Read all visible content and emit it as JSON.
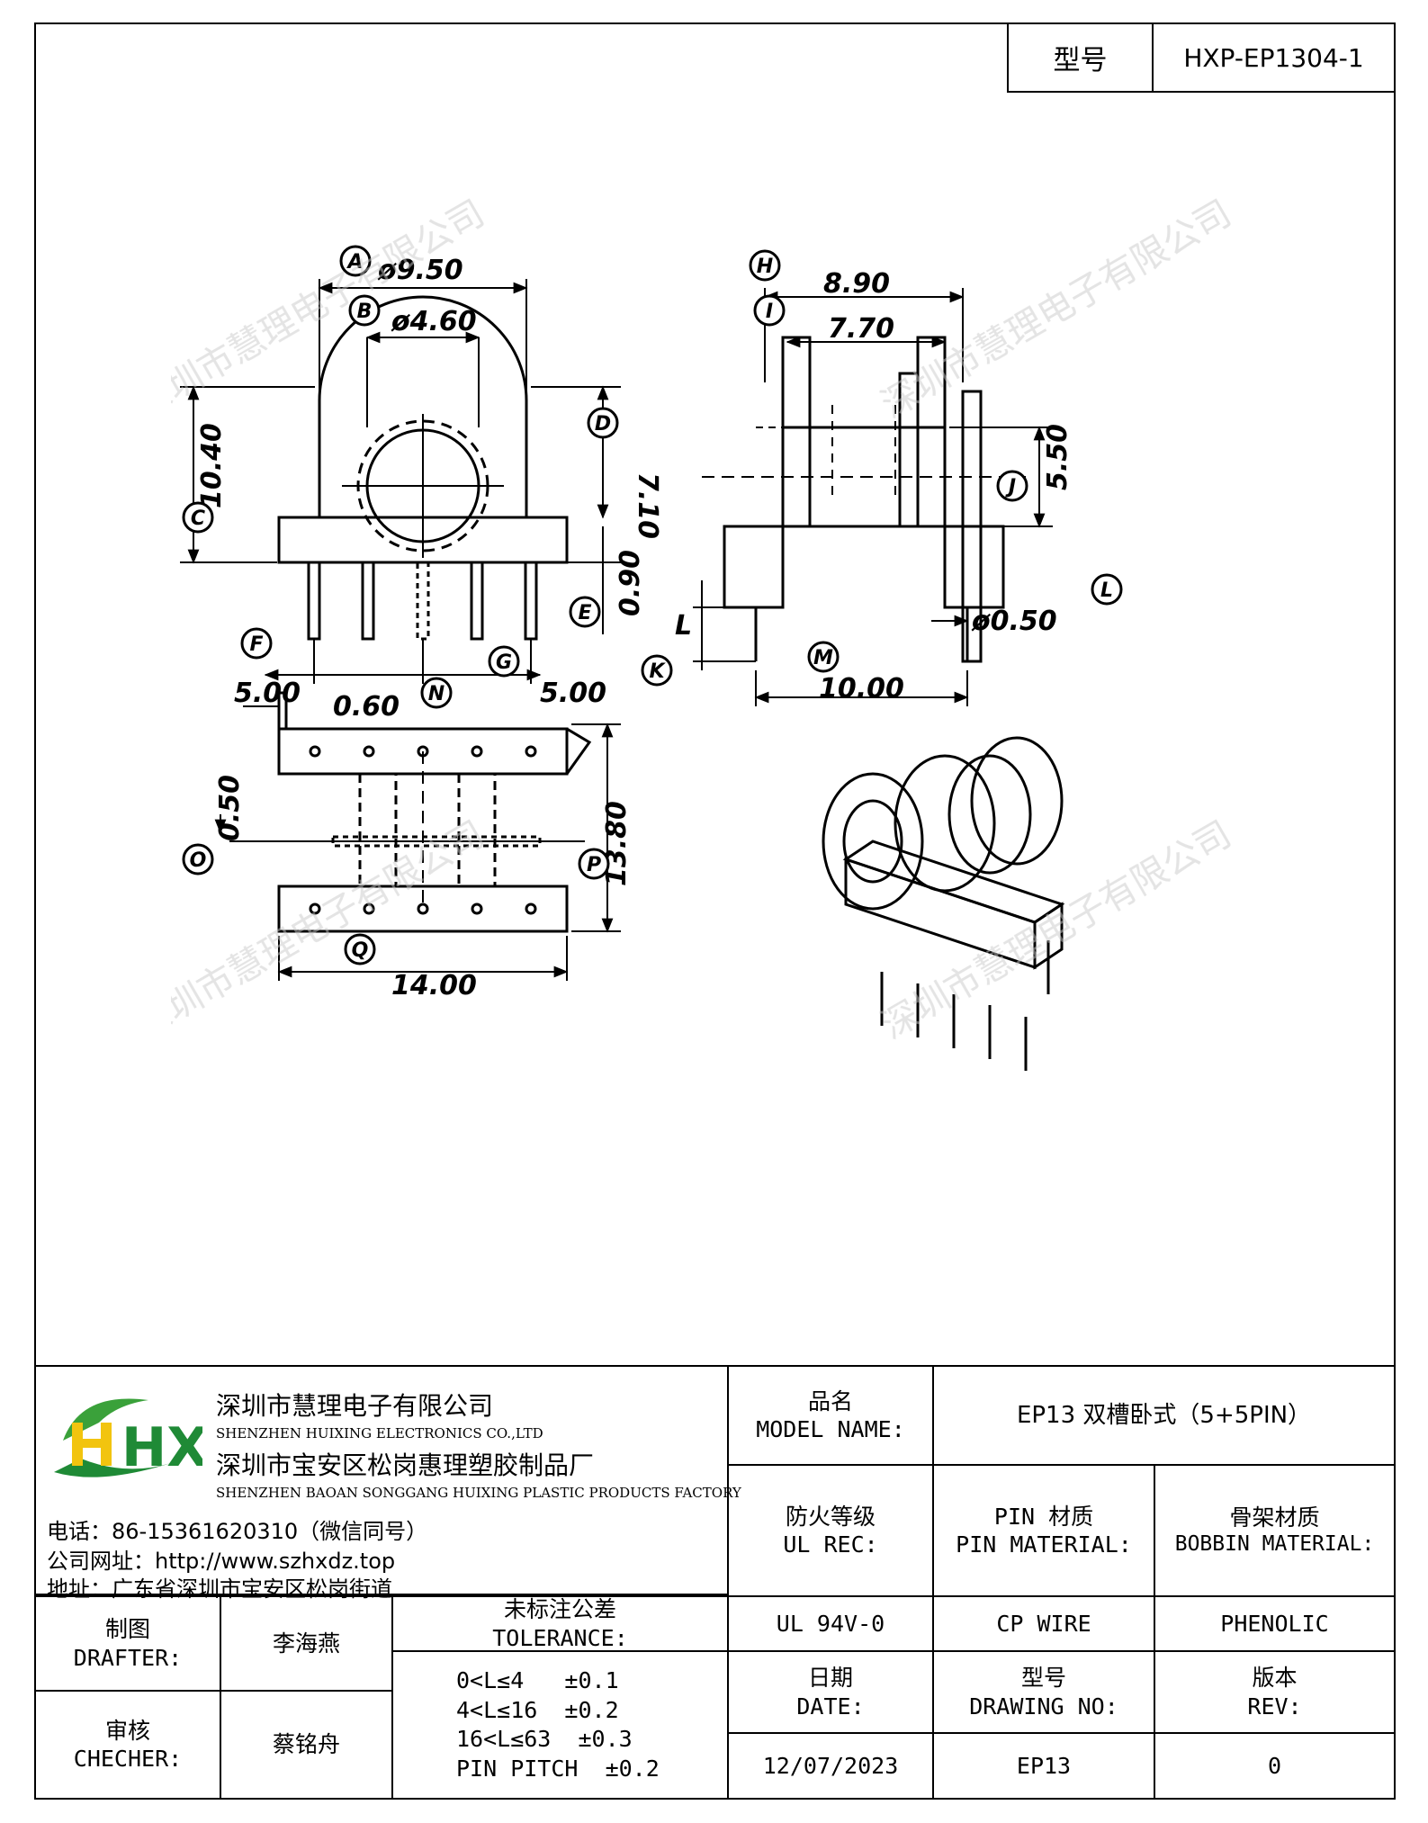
{
  "header": {
    "model_label": "型号",
    "model_value": "HXP-EP1304-1"
  },
  "watermark": "深圳市慧理电子有限公司",
  "drawing": {
    "dims": {
      "A": "ø9.50",
      "B": "ø4.60",
      "C_height": "10.40",
      "D_height": "7.10",
      "E_height": "0.90",
      "F_pitch": "5.00",
      "G_pitch": "5.00",
      "H": "8.90",
      "I": "7.70",
      "J": "5.50",
      "K": "L",
      "L": "ø0.50",
      "M": "10.00",
      "N": "0.60",
      "O": "0.50",
      "P": "13.80",
      "Q": "14.00"
    },
    "bubbles": [
      "A",
      "B",
      "C",
      "D",
      "E",
      "F",
      "G",
      "H",
      "I",
      "J",
      "K",
      "L",
      "M",
      "N",
      "O",
      "P",
      "Q"
    ]
  },
  "company": {
    "name_cn": "深圳市慧理电子有限公司",
    "name_en": "SHENZHEN HUIXING ELECTRONICS CO.,LTD",
    "factory_cn": "深圳市宝安区松岗惠理塑胶制品厂",
    "factory_en": "SHENZHEN BAOAN SONGGANG HUIXING PLASTIC PRODUCTS FACTORY",
    "phone": "电话：86-15361620310（微信同号）",
    "website": "公司网址：http://www.szhxdz.top",
    "address": "地址：广东省深圳市宝安区松岗街道",
    "logo_text": "HX"
  },
  "title_block": {
    "model_name_cn": "品名",
    "model_name_en": "MODEL NAME:",
    "model_name_value": "EP13 双槽卧式（5+5PIN）",
    "ul_cn": "防火等级",
    "ul_en": "UL REC:",
    "pin_mat_cn": "PIN 材质",
    "pin_mat_en": "PIN MATERIAL:",
    "bobbin_cn": "骨架材质",
    "bobbin_en": "BOBBIN MATERIAL:",
    "ul_value": "UL 94V-0",
    "pin_value": "CP WIRE",
    "bobbin_value": "PHENOLIC",
    "drafter_cn": "制图",
    "drafter_en": "DRAFTER:",
    "drafter_name": "李海燕",
    "checker_cn": "审核",
    "checker_en": "CHECHER:",
    "checker_name": "蔡铭舟",
    "tolerance_cn": "未标注公差",
    "tolerance_en": "TOLERANCE:",
    "tolerance_lines": [
      "0<L≤4   ±0.1",
      "4<L≤16  ±0.2",
      "16<L≤63  ±0.3",
      "PIN PITCH  ±0.2"
    ],
    "date_cn": "日期",
    "date_en": "DATE:",
    "date_value": "12/07/2023",
    "drawing_no_cn": "型号",
    "drawing_no_en": "DRAWING NO:",
    "drawing_no_value": "EP13",
    "rev_cn": "版本",
    "rev_en": "REV:",
    "rev_value": "0"
  }
}
